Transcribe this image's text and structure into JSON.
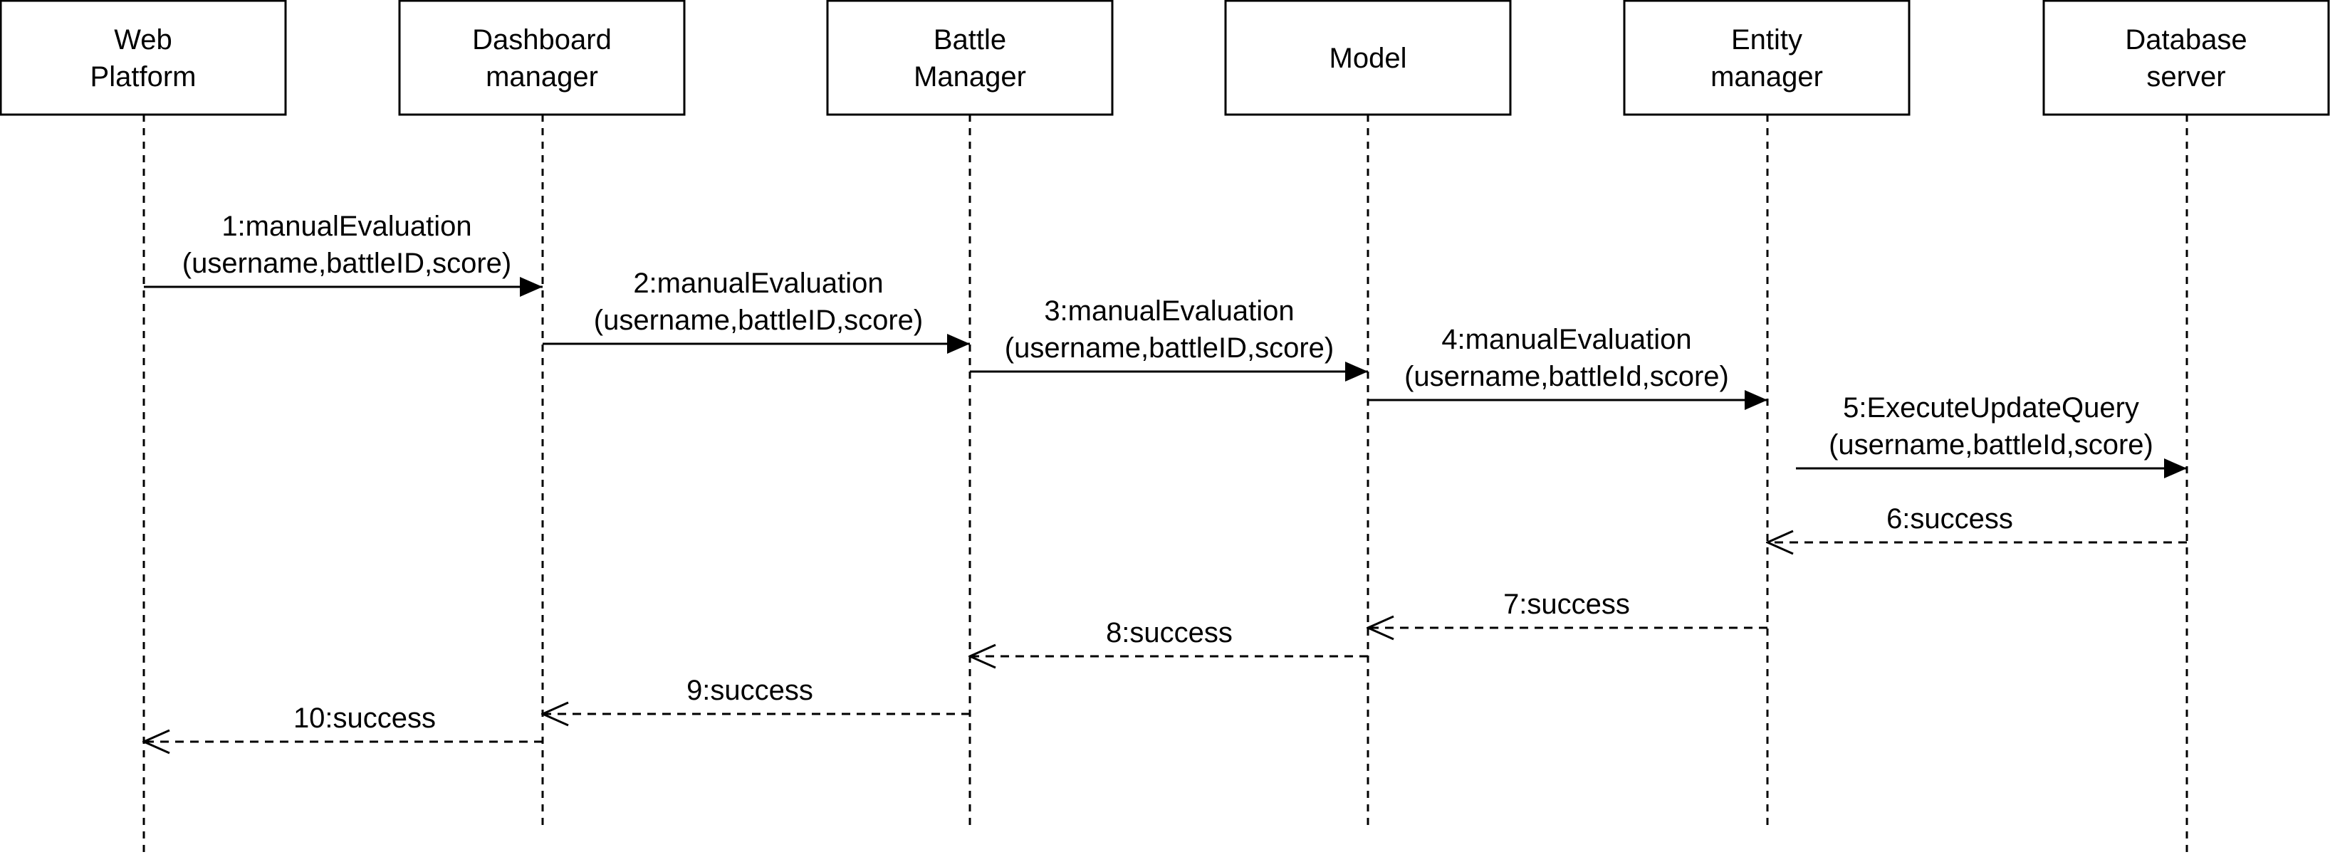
{
  "participants": [
    {
      "id": "web",
      "label_lines": [
        "Web",
        "Platform"
      ]
    },
    {
      "id": "dash",
      "label_lines": [
        "Dashboard",
        "manager"
      ]
    },
    {
      "id": "battle",
      "label_lines": [
        "Battle",
        "Manager"
      ]
    },
    {
      "id": "model",
      "label_lines": [
        "Model"
      ]
    },
    {
      "id": "entity",
      "label_lines": [
        "Entity",
        "manager"
      ]
    },
    {
      "id": "db",
      "label_lines": [
        "Database",
        "server"
      ]
    }
  ],
  "messages": [
    {
      "id": "m1",
      "from": "web",
      "to": "dash",
      "kind": "call",
      "label_lines": [
        "1:manualEvaluation",
        "(username,battleID,score)"
      ]
    },
    {
      "id": "m2",
      "from": "dash",
      "to": "battle",
      "kind": "call",
      "label_lines": [
        "2:manualEvaluation",
        "(username,battleID,score)"
      ]
    },
    {
      "id": "m3",
      "from": "battle",
      "to": "model",
      "kind": "call",
      "label_lines": [
        "3:manualEvaluation",
        "(username,battleID,score)"
      ]
    },
    {
      "id": "m4",
      "from": "model",
      "to": "entity",
      "kind": "call",
      "label_lines": [
        "4:manualEvaluation",
        "(username,battleId,score)"
      ]
    },
    {
      "id": "m5",
      "from": "entity",
      "to": "db",
      "kind": "call",
      "label_lines": [
        "5:ExecuteUpdateQuery",
        "(username,battleId,score)"
      ]
    },
    {
      "id": "m6",
      "from": "db",
      "to": "entity",
      "kind": "return",
      "label_lines": [
        "6:success"
      ]
    },
    {
      "id": "m7",
      "from": "entity",
      "to": "model",
      "kind": "return",
      "label_lines": [
        "7:success"
      ]
    },
    {
      "id": "m8",
      "from": "model",
      "to": "battle",
      "kind": "return",
      "label_lines": [
        "8:success"
      ]
    },
    {
      "id": "m9",
      "from": "battle",
      "to": "dash",
      "kind": "return",
      "label_lines": [
        "9:success"
      ]
    },
    {
      "id": "m10",
      "from": "dash",
      "to": "web",
      "kind": "return",
      "label_lines": [
        "10:success"
      ]
    }
  ],
  "colors": {
    "stroke": "#000000",
    "background": "#ffffff"
  }
}
